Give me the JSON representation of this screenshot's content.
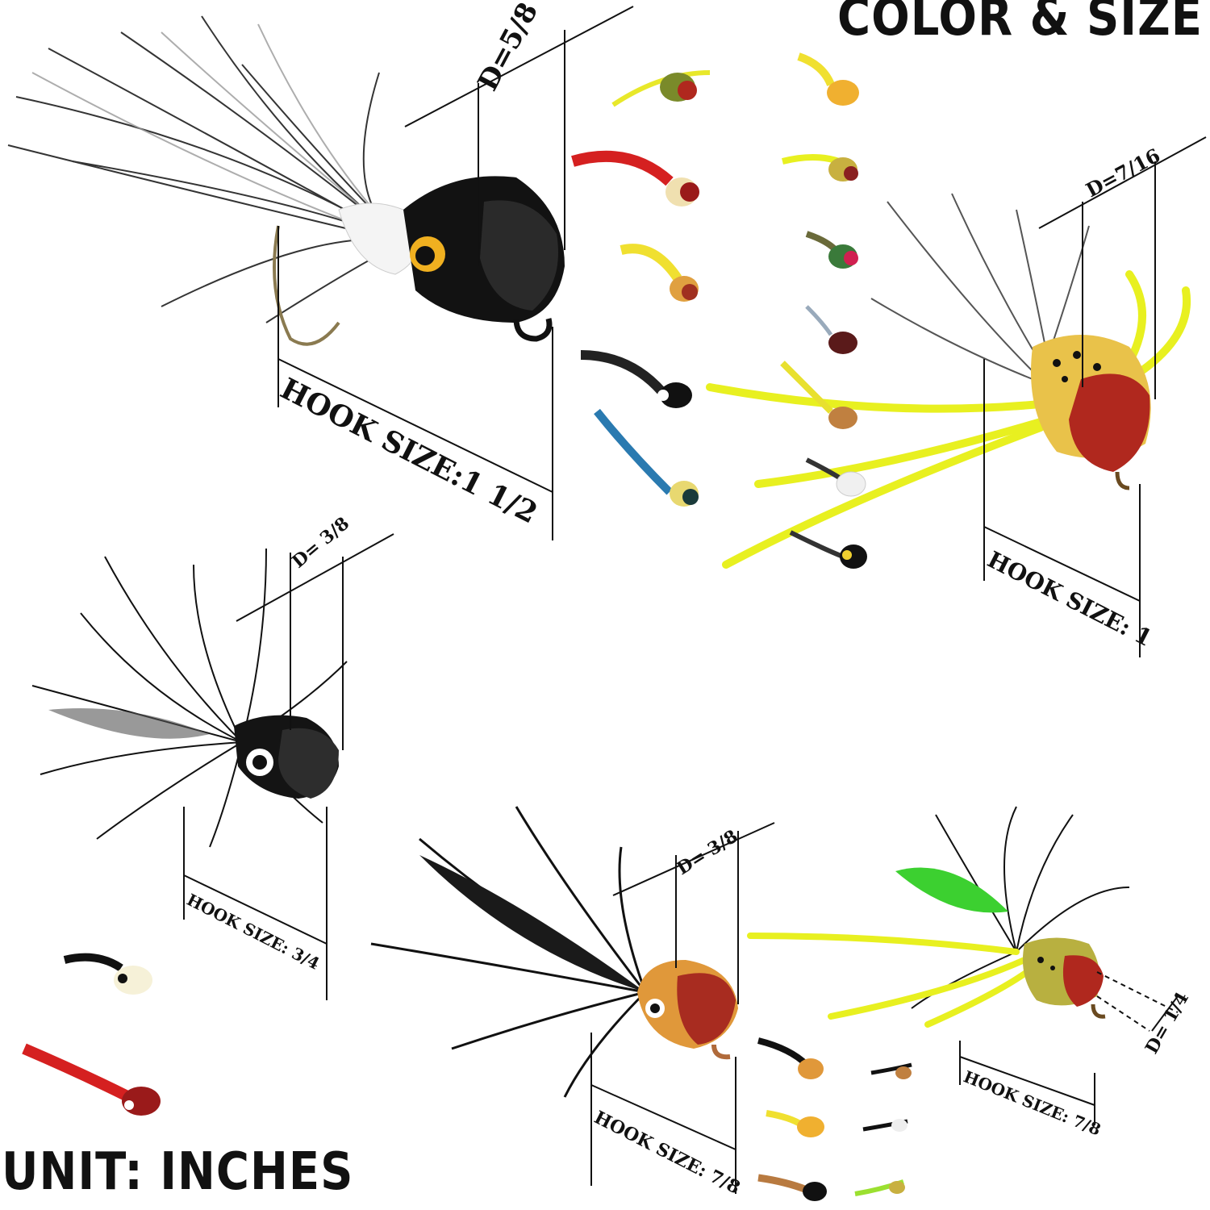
{
  "header": {
    "title": "COLOR & SIZE"
  },
  "footer": {
    "unit": "UNIT: INCHES"
  },
  "lures": [
    {
      "name": "black-white-popper",
      "diameter": "D=5/8",
      "hook": "HOOK SIZE:1 1/2"
    },
    {
      "name": "yellow-frog-popper",
      "diameter": "D=7/16",
      "hook": "HOOK SIZE: 1"
    },
    {
      "name": "black-popper",
      "diameter": "D= 3/8",
      "hook": "HOOK SIZE: 3/4"
    },
    {
      "name": "orange-black-popper",
      "diameter": "D= 3/8",
      "hook": "HOOK SIZE: 7/8"
    },
    {
      "name": "green-frog-popper",
      "diameter": "D= 1/4",
      "hook": "HOOK SIZE: 7/8"
    }
  ]
}
